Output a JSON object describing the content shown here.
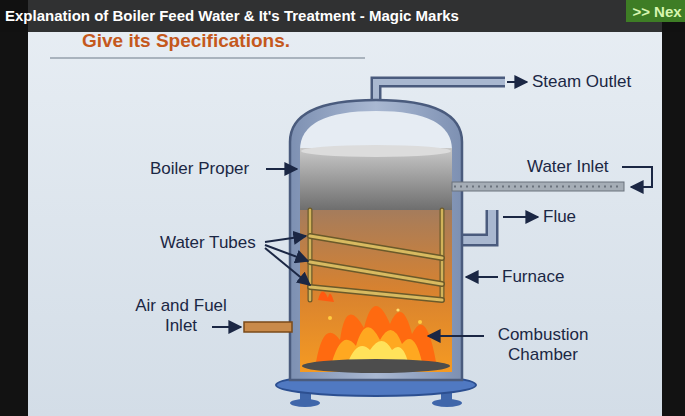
{
  "diagram": {
    "title": "Explanation of Boiler Feed Water & It's Treatment - Magic Marks",
    "nodes": [
      {
        "text": [
          ">> Nex"
        ]
      }
    ],
    "labels": [
      "Give its Specifications.",
      "Steam Outlet",
      "Boiler Proper",
      "Water Inlet",
      "Flue",
      "Water Tubes",
      "Furnace",
      "Air and Fuel Inlet",
      "Combustion Chamber"
    ]
  }
}
